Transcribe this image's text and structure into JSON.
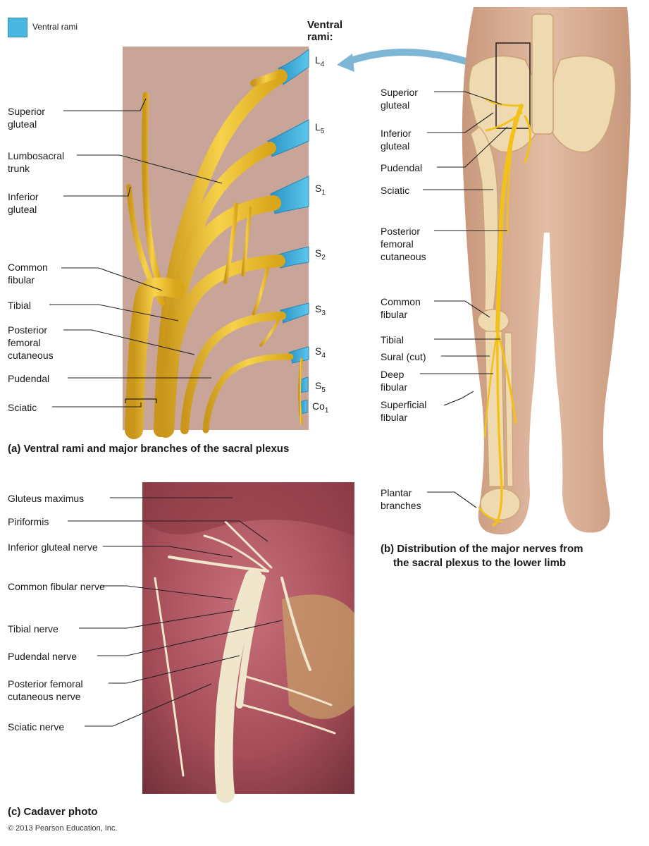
{
  "legend": {
    "label": "Ventral rami",
    "color": "#49b7e0"
  },
  "panel_a": {
    "caption": "(a) Ventral rami and major branches of the sacral plexus",
    "heading": "Ventral rami:",
    "rami": [
      {
        "base": "L",
        "sub": "4"
      },
      {
        "base": "L",
        "sub": "5"
      },
      {
        "base": "S",
        "sub": "1"
      },
      {
        "base": "S",
        "sub": "2"
      },
      {
        "base": "S",
        "sub": "3"
      },
      {
        "base": "S",
        "sub": "4"
      },
      {
        "base": "S",
        "sub": "5"
      },
      {
        "base": "Co",
        "sub": "1"
      }
    ],
    "labels": [
      "Superior gluteal",
      "Lumbosacral trunk",
      "Inferior gluteal",
      "Common fibular",
      "Tibial",
      "Posterior femoral cutaneous",
      "Pudendal",
      "Sciatic"
    ]
  },
  "panel_b": {
    "caption_line1": "(b) Distribution of the major nerves from",
    "caption_line2": "the sacral plexus to the lower limb",
    "labels": [
      "Superior gluteal",
      "Inferior gluteal",
      "Pudendal",
      "Sciatic",
      "Posterior femoral cutaneous",
      "Common fibular",
      "Tibial",
      "Sural (cut)",
      "Deep fibular",
      "Superficial fibular",
      "Plantar branches"
    ]
  },
  "panel_c": {
    "caption": "(c) Cadaver photo",
    "labels": [
      "Gluteus maximus",
      "Piriformis",
      "Inferior gluteal nerve",
      "Common fibular nerve",
      "Tibial nerve",
      "Pudendal nerve",
      "Posterior femoral cutaneous nerve",
      "Sciatic nerve"
    ]
  },
  "copyright": "© 2013 Pearson Education, Inc.",
  "colors": {
    "nerve": "#f2c21a",
    "nerve_edge": "#c9951a",
    "panel_bg": "#c9a79a",
    "skin": "#d9ad94",
    "bone": "#efd9b0",
    "muscle": "#a8525a"
  }
}
